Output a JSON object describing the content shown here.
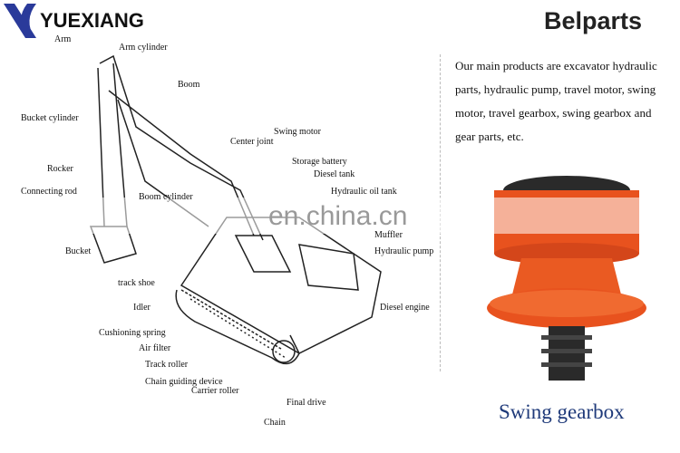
{
  "logo_text": "YUEXIANG",
  "brand": "Belparts",
  "description": "Our main products are excavator hydraulic parts, hydraulic pump, travel motor, swing motor, travel gearbox, swing gearbox and gear parts, etc.",
  "watermark": "en.china.cn",
  "caption": "Swing gearbox",
  "labels": [
    "Arm",
    "Arm cylinder",
    "Boom",
    "Bucket cylinder",
    "Swing motor",
    "Center joint",
    "Storage battery",
    "Diesel tank",
    "Rocker",
    "Connecting rod",
    "Boom cylinder",
    "Hydraulic oil tank",
    "Muffler",
    "Bucket",
    "Hydraulic pump",
    "track shoe",
    "Idler",
    "Diesel engine",
    "Cushioning spring",
    "Air filter",
    "Track roller",
    "Chain guiding device",
    "Carrier roller",
    "Final drive",
    "Chain"
  ],
  "colors": {
    "logo_blue": "#2a3a9a",
    "product_orange": "#e8521e",
    "caption_blue": "#1f3a7a"
  }
}
